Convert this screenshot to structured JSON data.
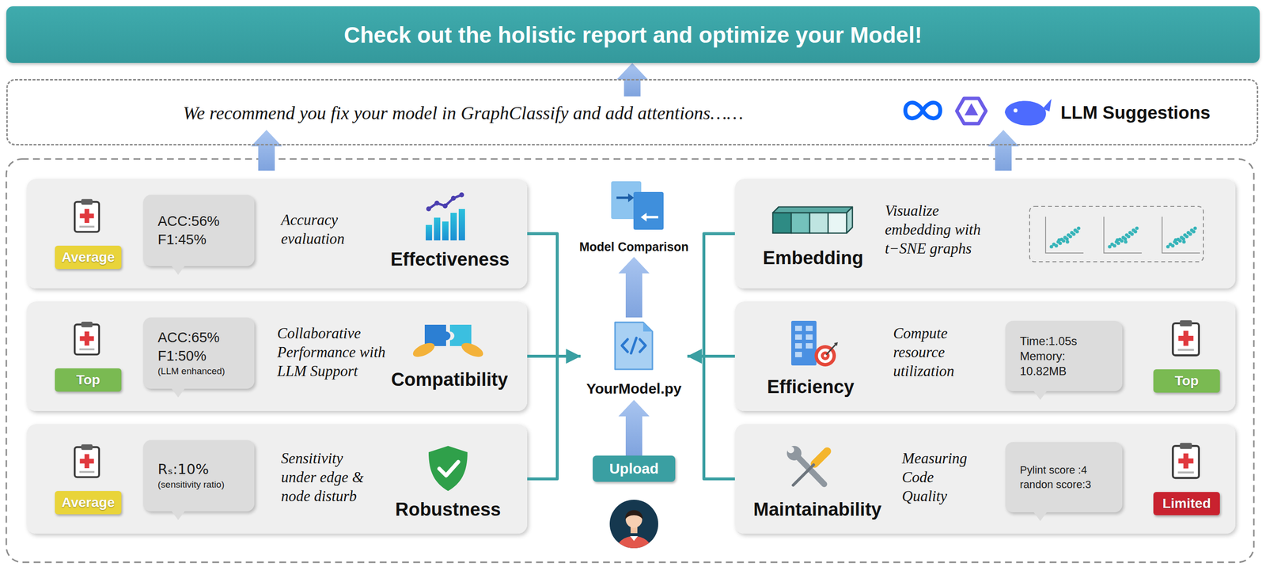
{
  "diagram": {
    "nodes": [
      {
        "text": [
          "Check out the holistic report and optimize your Model!"
        ]
      },
      {
        "text": [
          "We recommend you fix your model in GraphClassify and add attentions……",
          "LLM Suggestions"
        ]
      },
      {
        "text": [
          "Accuracy evaluation",
          "Effectiveness"
        ]
      },
      {
        "text": [
          "Average"
        ],
        "in": 2
      },
      {
        "text": [
          "ACC:56% F1:45%"
        ],
        "in": 2
      },
      {
        "text": [
          "Collaborative Performance with LLM Support",
          "Compatibility"
        ]
      },
      {
        "text": [
          "Top"
        ],
        "in": 5
      },
      {
        "text": [
          "ACC:65% F1:50%",
          "(LLM enhanced)"
        ],
        "in": 5
      },
      {
        "text": [
          "Sensitivity under edge & node disturb",
          "Robustness"
        ]
      },
      {
        "text": [
          "Average"
        ],
        "in": 8
      },
      {
        "text": [
          "Rₛ:10%",
          "(sensitivity ratio)"
        ],
        "in": 8
      },
      {
        "text": [
          "Model Comparison"
        ]
      },
      {
        "text": [
          "YourModel.py"
        ]
      },
      {
        "text": [
          "Upload"
        ]
      },
      {
        "text": [
          "Embedding",
          "Visualize embedding with t−SNE graphs"
        ]
      },
      {
        "text": [
          "Efficiency",
          "Compute resource utilization"
        ]
      },
      {
        "text": [
          "Time:1.05s Memory: 10.82MB"
        ],
        "in": 15
      },
      {
        "text": [
          "Top"
        ],
        "in": 15
      },
      {
        "text": [
          "Maintainability",
          "Measuring Code Quality"
        ]
      },
      {
        "text": [
          "Pylint score :4 randon score:3"
        ],
        "in": 18
      },
      {
        "text": [
          "Limited"
        ],
        "in": 18
      }
    ],
    "edges": [
      {
        "from": 2,
        "to": 12,
        "arrow": "to"
      },
      {
        "from": 5,
        "to": 12,
        "arrow": "to"
      },
      {
        "from": 8,
        "to": 12,
        "arrow": "to"
      },
      {
        "from": 14,
        "to": 12,
        "arrow": "to"
      },
      {
        "from": 15,
        "to": 12,
        "arrow": "to"
      },
      {
        "from": 18,
        "to": 12,
        "arrow": "to"
      },
      {
        "from": 13,
        "to": 12,
        "arrow": "to"
      },
      {
        "from": 12,
        "to": 11,
        "arrow": "to"
      },
      {
        "from": 1,
        "to": 0,
        "arrow": "to"
      }
    ]
  }
}
